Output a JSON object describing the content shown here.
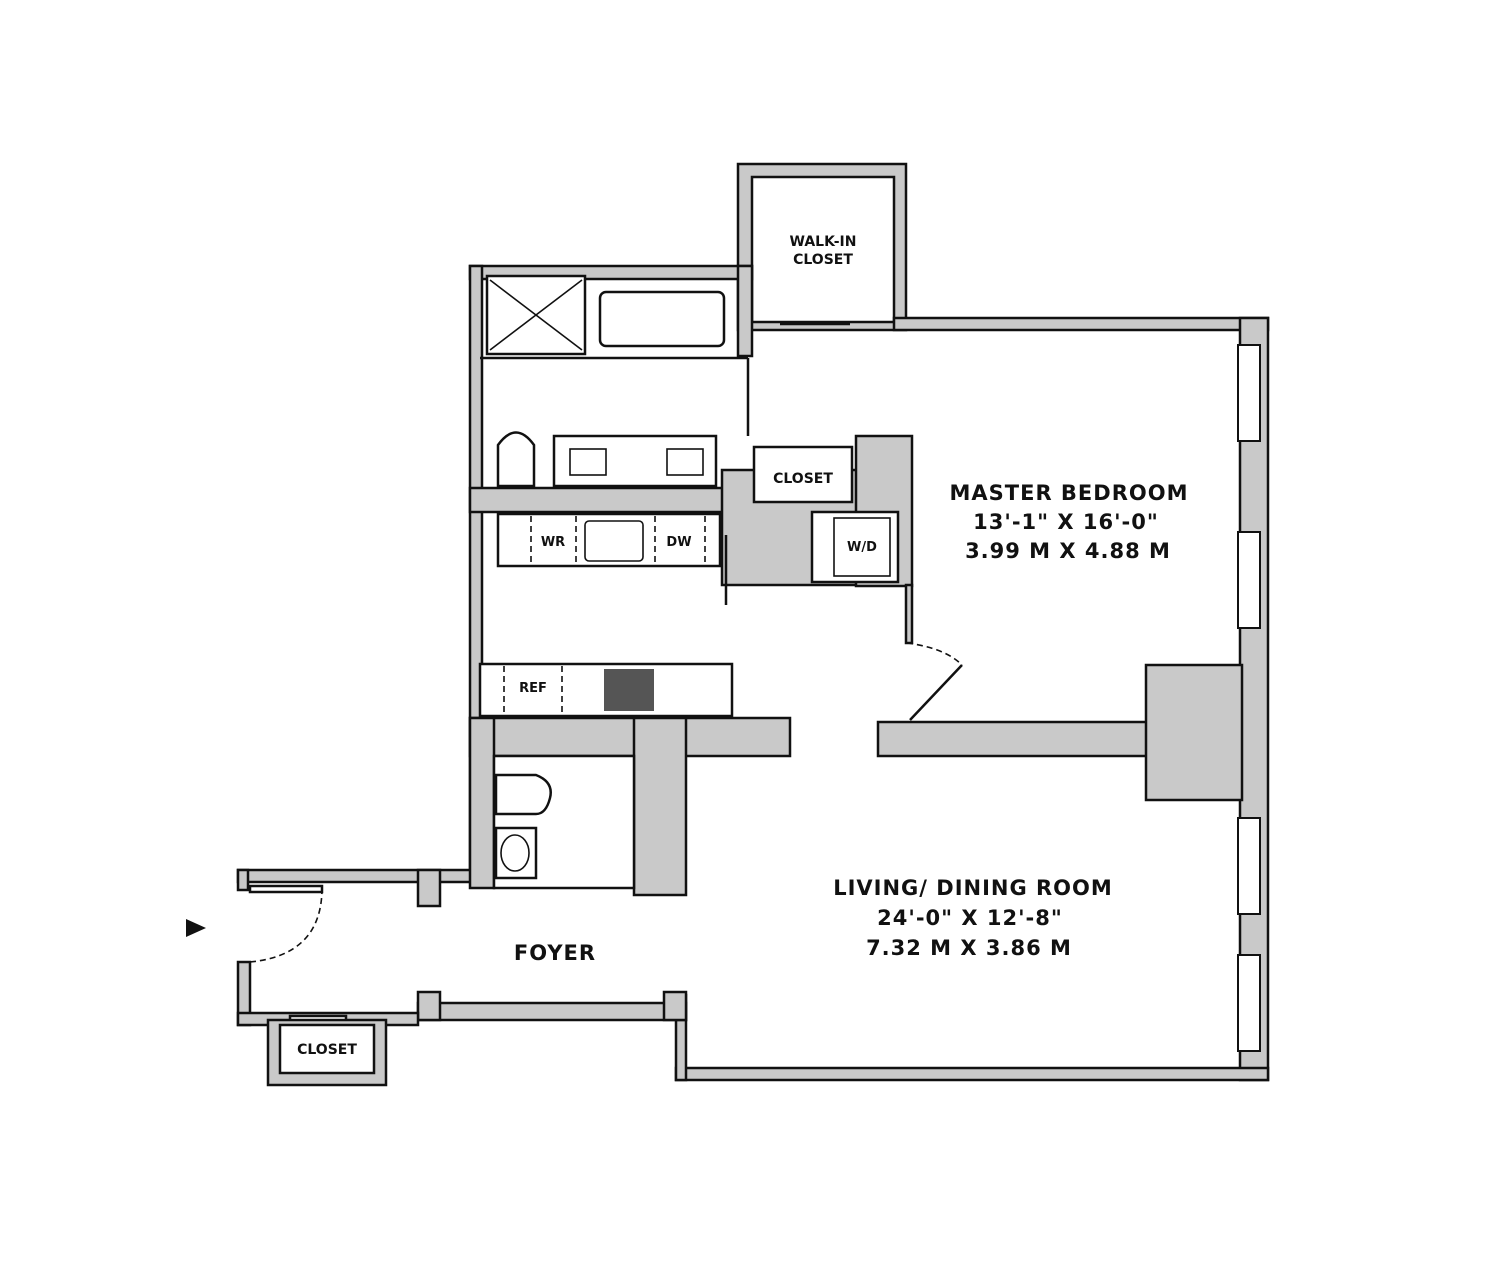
{
  "rooms": {
    "master_bedroom": {
      "name": "MASTER BEDROOM",
      "imperial": "13'-1\" X 16'-0\"",
      "metric": "3.99 M X 4.88 M"
    },
    "living_dining": {
      "name": "LIVING/ DINING ROOM",
      "imperial": "24'-0\" X  12'-8\"",
      "metric": "7.32 M X 3.86 M"
    },
    "foyer": {
      "name": "FOYER"
    },
    "walk_in_closet": {
      "line1": "WALK-IN",
      "line2": "CLOSET"
    },
    "bedroom_closet": {
      "name": "CLOSET"
    },
    "foyer_closet": {
      "name": "CLOSET"
    }
  },
  "appliances": {
    "washer_dryer": "W/D",
    "wine_refrigerator": "WR",
    "dishwasher": "DW",
    "refrigerator": "REF"
  },
  "colors": {
    "wall": "#c9c9c9",
    "line": "#111111",
    "background": "#ffffff"
  }
}
